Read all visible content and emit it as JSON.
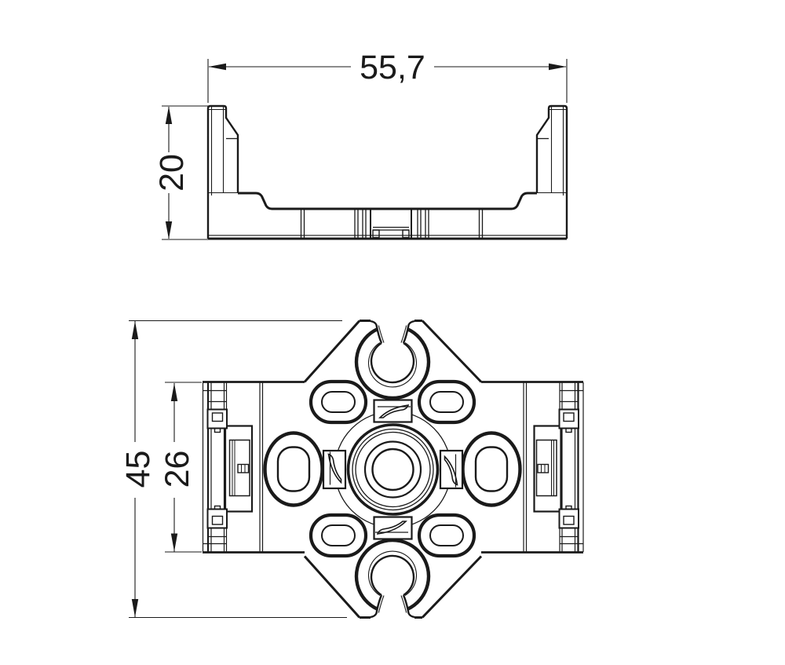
{
  "meta": {
    "background_color": "#ffffff",
    "line_color": "#1a1a1a"
  },
  "side_view": {
    "width_dim": "55,7",
    "height_dim": "20"
  },
  "front_view": {
    "overall_height_dim": "45",
    "inner_height_dim": "26"
  }
}
